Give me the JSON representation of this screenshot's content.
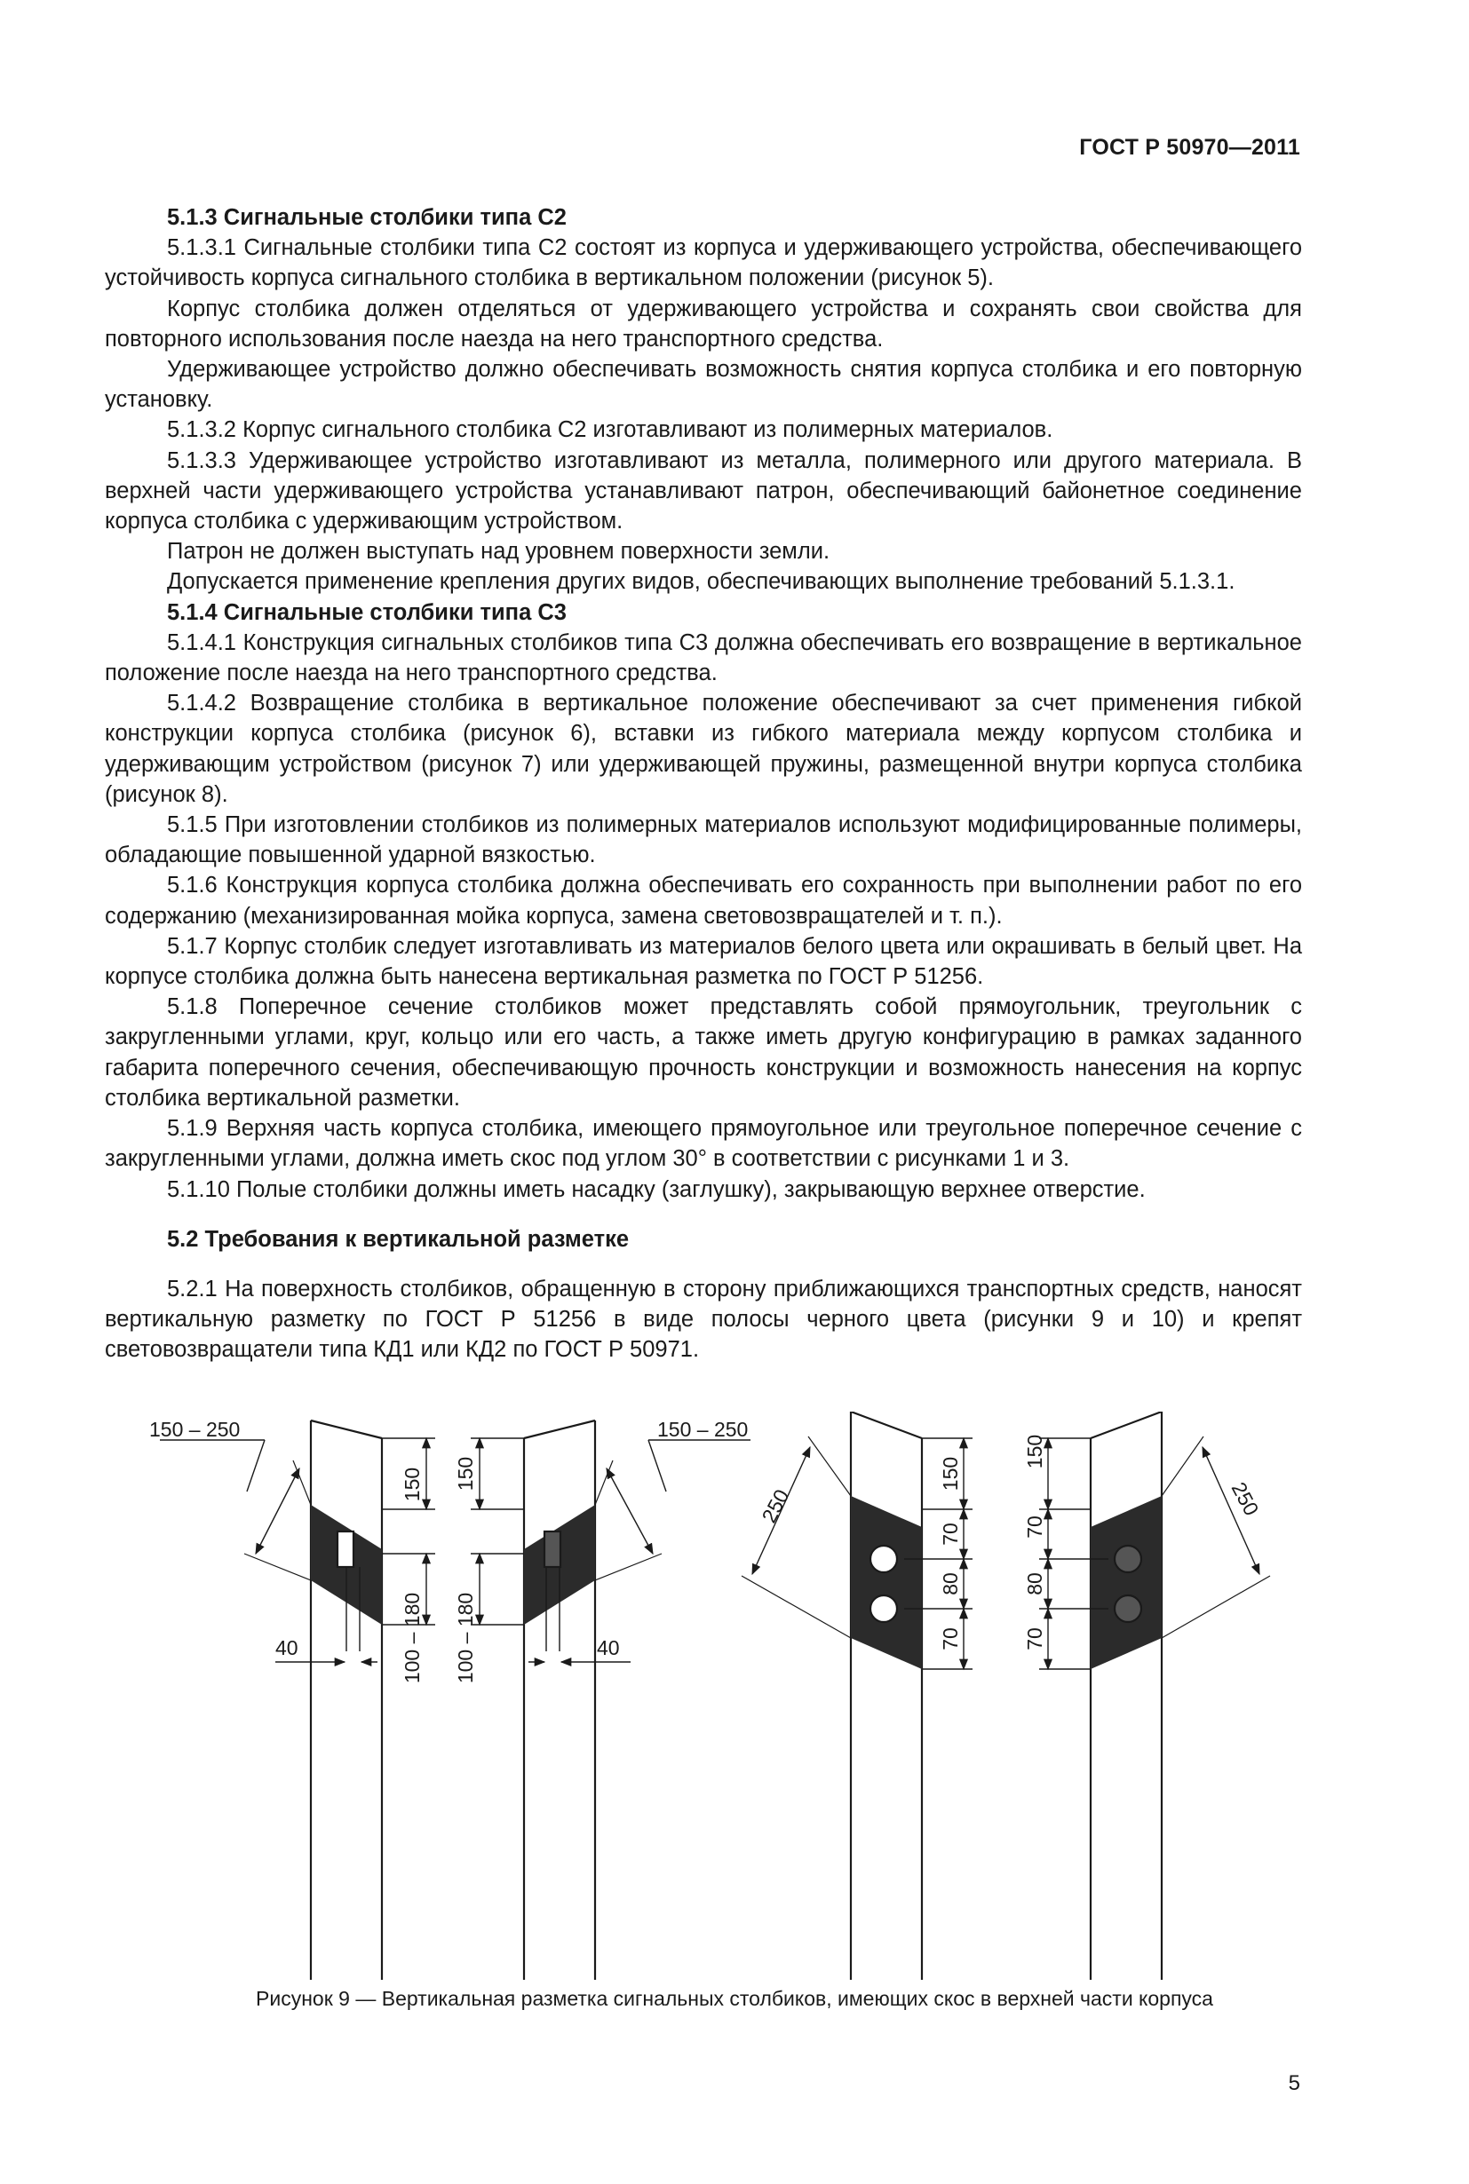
{
  "header": {
    "doc_id": "ГОСТ Р 50970—2011"
  },
  "body": [
    {
      "kind": "heading",
      "text": "5.1.3 Сигнальные столбики типа С2"
    },
    {
      "kind": "para",
      "text": "5.1.3.1 Сигнальные столбики типа С2 состоят из корпуса и удерживающего устройства, обеспечивающего устойчивость корпуса сигнального столбика в вертикальном положении (рисунок 5)."
    },
    {
      "kind": "para",
      "text": "Корпус столбика должен отделяться от удерживающего устройства и сохранять свои свойства для повторного использования после наезда на него транспортного средства."
    },
    {
      "kind": "para",
      "text": "Удерживающее устройство должно обеспечивать возможность снятия корпуса столбика и его повторную установку."
    },
    {
      "kind": "para",
      "text": "5.1.3.2 Корпус сигнального столбика С2 изготавливают из полимерных материалов."
    },
    {
      "kind": "para",
      "text": "5.1.3.3 Удерживающее устройство изготавливают из металла, полимерного или другого материала. В верхней части удерживающего устройства устанавливают патрон, обеспечивающий байонетное соединение корпуса столбика с удерживающим устройством."
    },
    {
      "kind": "para",
      "text": "Патрон не должен выступать над уровнем поверхности земли."
    },
    {
      "kind": "para",
      "text": "Допускается применение крепления других видов, обеспечивающих выполнение требований 5.1.3.1."
    },
    {
      "kind": "heading",
      "text": "5.1.4 Сигнальные столбики типа С3"
    },
    {
      "kind": "para",
      "text": "5.1.4.1 Конструкция сигнальных столбиков типа С3 должна обеспечивать его возвращение в вертикальное положение после наезда на него транспортного средства."
    },
    {
      "kind": "para",
      "text": "5.1.4.2 Возвращение столбика в вертикальное положение обеспечивают за счет применения гибкой конструкции корпуса столбика (рисунок 6), вставки из гибкого материала между корпусом столбика и удерживающим устройством (рисунок 7) или удерживающей пружины, размещенной внутри корпуса столбика (рисунок 8)."
    },
    {
      "kind": "para",
      "text": "5.1.5 При изготовлении столбиков из полимерных материалов используют модифицированные полимеры, обладающие повышенной ударной вязкостью."
    },
    {
      "kind": "para",
      "text": "5.1.6 Конструкция корпуса столбика должна обеспечивать его сохранность при выполнении работ по его содержанию (механизированная мойка корпуса, замена световозвращателей и т. п.)."
    },
    {
      "kind": "para",
      "text": "5.1.7 Корпус столбик следует изготавливать из материалов белого цвета или окрашивать в белый цвет. На корпусе столбика должна быть нанесена вертикальная разметка по ГОСТ Р 51256."
    },
    {
      "kind": "para",
      "text": "5.1.8 Поперечное сечение столбиков может представлять собой прямоугольник, треугольник с закругленными углами, круг, кольцо или его часть, а также иметь другую конфигурацию в рамках заданного габарита поперечного сечения, обеспечивающую прочность конструкции и возможность нанесения на корпус столбика вертикальной разметки."
    },
    {
      "kind": "para",
      "text": "5.1.9 Верхняя часть корпуса столбика, имеющего прямоугольное или треугольное поперечное сечение с закругленными углами, должна иметь скос под углом 30° в соответствии с рисунками 1 и 3."
    },
    {
      "kind": "para",
      "text": "5.1.10 Полые столбики должны иметь насадку (заглушку), закрывающую верхнее отверстие."
    },
    {
      "kind": "heading_big",
      "text": "5.2 Требования к вертикальной разметке"
    },
    {
      "kind": "para",
      "text": "5.2.1 На поверхность столбиков, обращенную в сторону приближающихся транспортных средств, наносят вертикальную разметку по ГОСТ Р 51256 в виде полосы черного цвета (рисунки 9 и 10) и крепят световозвращатели типа КД1 или КД2 по ГОСТ Р 50971."
    }
  ],
  "figure": {
    "dims": {
      "d150": "150",
      "d150_250": "150 – 250",
      "d100_180": "100 – 180",
      "d40": "40",
      "d250": "250",
      "d70": "70",
      "d80": "80"
    },
    "colors": {
      "ink": "#1a1a1a",
      "stripe": "#2b2b2b",
      "reflector_grey": "#555555"
    },
    "caption": "Рисунок 9 — Вертикальная разметка сигнальных столбиков, имеющих скос в верхней части корпуса"
  },
  "page_number": "5"
}
